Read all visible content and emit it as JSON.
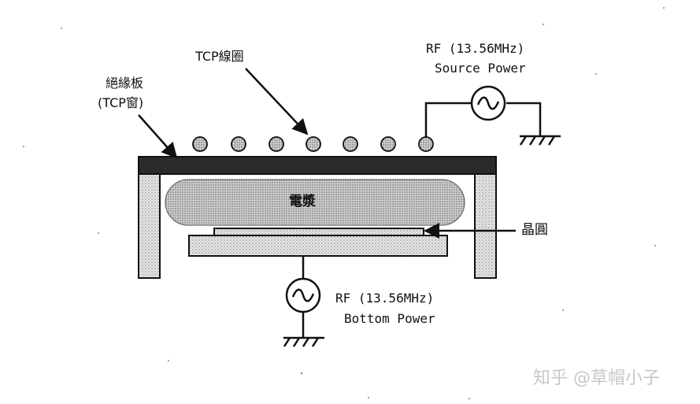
{
  "labels": {
    "tcp_coil": "TCP線圈",
    "insulator_line1": "絕緣板",
    "insulator_line2": "(TCP窗)",
    "source_rf_line1": "RF (13.56MHz)",
    "source_rf_line2": "Source Power",
    "plasma": "電漿",
    "wafer": "晶圓",
    "bottom_rf_line1": "RF (13.56MHz)",
    "bottom_rf_line2": "Bottom Power"
  },
  "watermark": "知乎 @草帽小子",
  "colors": {
    "line": "#111111",
    "insulator": "#2a2a2a",
    "plasma": "#bdbdbd",
    "wall": "#d6d6d6",
    "watermark": "#c8c8c8"
  }
}
